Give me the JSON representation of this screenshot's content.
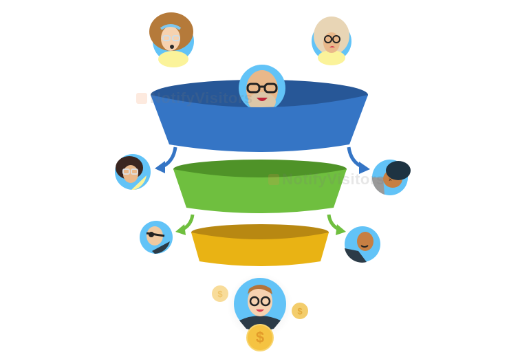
{
  "diagram": {
    "type": "sales-funnel",
    "watermark": "NotifyVisitors",
    "colors": {
      "stage1": "#3575c5",
      "stage1_rim": "#275797",
      "stage2": "#6fbf3f",
      "stage2_rim": "#4f9328",
      "stage3": "#e9b314",
      "stage3_rim": "#b88812",
      "avatar_bg": "#62c3f7",
      "coin": "#f5c342",
      "arrow_blue": "#3575c5",
      "arrow_green": "#6fbf3f"
    },
    "stages": [
      {
        "name": "top-funnel",
        "color": "#3575c5"
      },
      {
        "name": "middle-funnel",
        "color": "#6fbf3f"
      },
      {
        "name": "bottom-funnel",
        "color": "#e9b314"
      }
    ],
    "avatars": [
      {
        "name": "visitor-curly-hair-woman",
        "position": "top-left"
      },
      {
        "name": "visitor-blonde-woman",
        "position": "top-right"
      },
      {
        "name": "visitor-bald-man-entering",
        "position": "funnel-top"
      },
      {
        "name": "dropped-woman-glasses",
        "position": "stage1-left"
      },
      {
        "name": "dropped-man-hat",
        "position": "stage1-right"
      },
      {
        "name": "dropped-man-eyepatch",
        "position": "stage2-left"
      },
      {
        "name": "dropped-bald-man",
        "position": "stage2-right"
      },
      {
        "name": "converted-customer",
        "position": "bottom"
      }
    ],
    "coin_symbol": "$"
  }
}
